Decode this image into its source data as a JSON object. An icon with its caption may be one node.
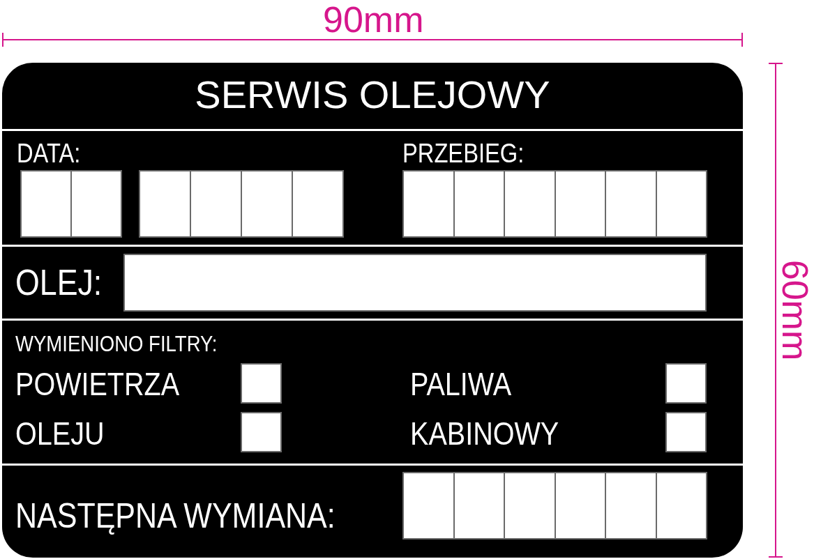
{
  "diagram": {
    "title": "SERWIS OLEJOWY",
    "nodes": [
      {
        "text": [],
        "shape": "box"
      },
      {
        "text": [],
        "shape": "box"
      },
      {
        "text": [],
        "shape": "box"
      },
      {
        "text": [],
        "shape": "box"
      },
      {
        "text": [],
        "shape": "box"
      },
      {
        "text": [],
        "shape": "box"
      },
      {
        "text": [],
        "shape": "box"
      },
      {
        "text": [],
        "shape": "box"
      },
      {
        "text": [],
        "shape": "box"
      },
      {
        "text": [],
        "shape": "box"
      },
      {
        "text": [],
        "shape": "box"
      },
      {
        "text": [],
        "shape": "box"
      },
      {
        "text": [],
        "shape": "box"
      },
      {
        "text": [],
        "shape": "box"
      },
      {
        "text": [],
        "shape": "box"
      },
      {
        "text": [],
        "shape": "box"
      },
      {
        "text": [],
        "shape": "box"
      },
      {
        "text": [],
        "shape": "box"
      },
      {
        "text": [],
        "shape": "box"
      },
      {
        "text": [],
        "shape": "box"
      },
      {
        "text": [],
        "shape": "box"
      },
      {
        "text": [],
        "shape": "box"
      },
      {
        "text": [],
        "shape": "box"
      }
    ],
    "labels": [
      "90mm",
      "60mm",
      "DATA:",
      "PRZEBIEG:",
      "OLEJ:",
      "WYMIENIONO FILTRY:",
      "POWIETRZA",
      "PALIWA",
      "OLEJU",
      "KABINOWY",
      "NASTĘPNA WYMIANA:"
    ]
  }
}
